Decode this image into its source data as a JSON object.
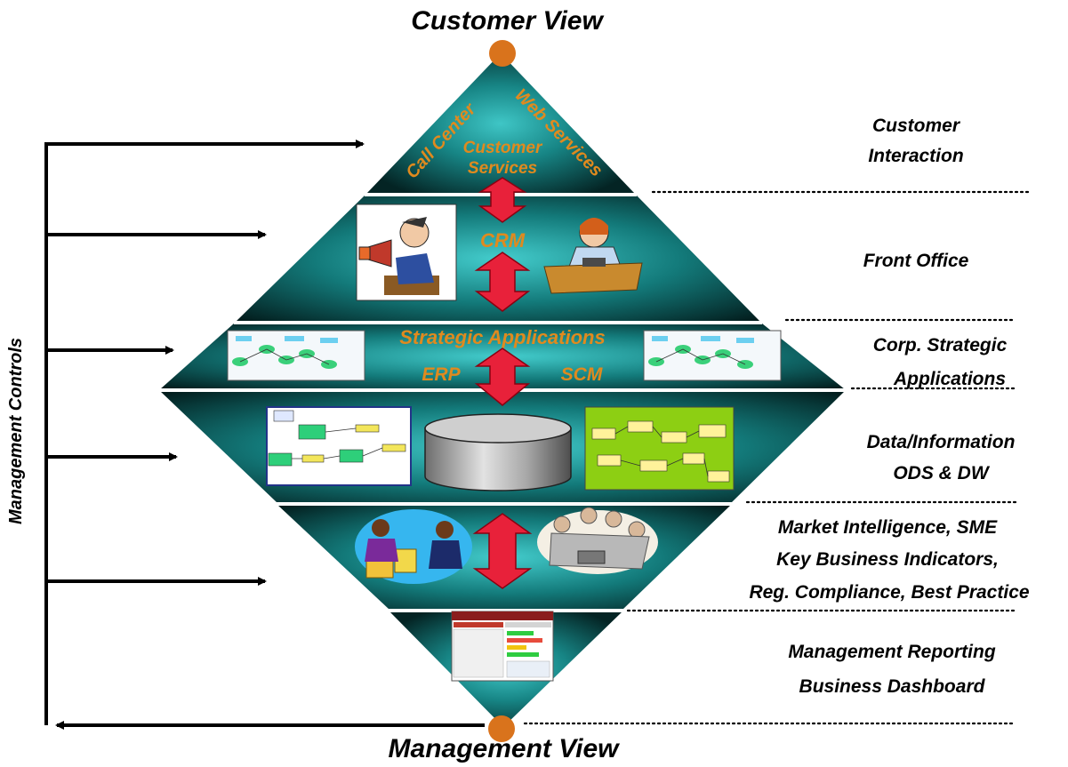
{
  "diagram": {
    "top_title": "Customer View",
    "bottom_title": "Management View",
    "left_axis_label": "Management Controls",
    "top_band": {
      "call_center": "Call Center",
      "web_services": "Web Services",
      "customer_services_line1": "Customer",
      "customer_services_line2": "Services"
    },
    "crm_label": "CRM",
    "strategic_label": "Strategic Applications",
    "erp_label": "ERP",
    "scm_label": "SCM",
    "right_labels": {
      "customer_interaction_1": "Customer",
      "customer_interaction_2": "Interaction",
      "front_office": "Front Office",
      "corp_strategic_1": "Corp. Strategic",
      "corp_strategic_2": "Applications",
      "data_info_1": "Data/Information",
      "data_info_2": "ODS & DW",
      "market_1": "Market Intelligence, SME",
      "market_2": "Key Business Indicators,",
      "market_3": "Reg. Compliance, Best Practice",
      "mgmt_reporting_1": "Management Reporting",
      "mgmt_reporting_2": "Business Dashboard"
    },
    "colors": {
      "band_center": "#2fb3b3",
      "band_edge": "#042424",
      "gold_text": "#e08a1e",
      "red_arrow": "#e8213a",
      "node_circle": "#d9731c"
    }
  }
}
